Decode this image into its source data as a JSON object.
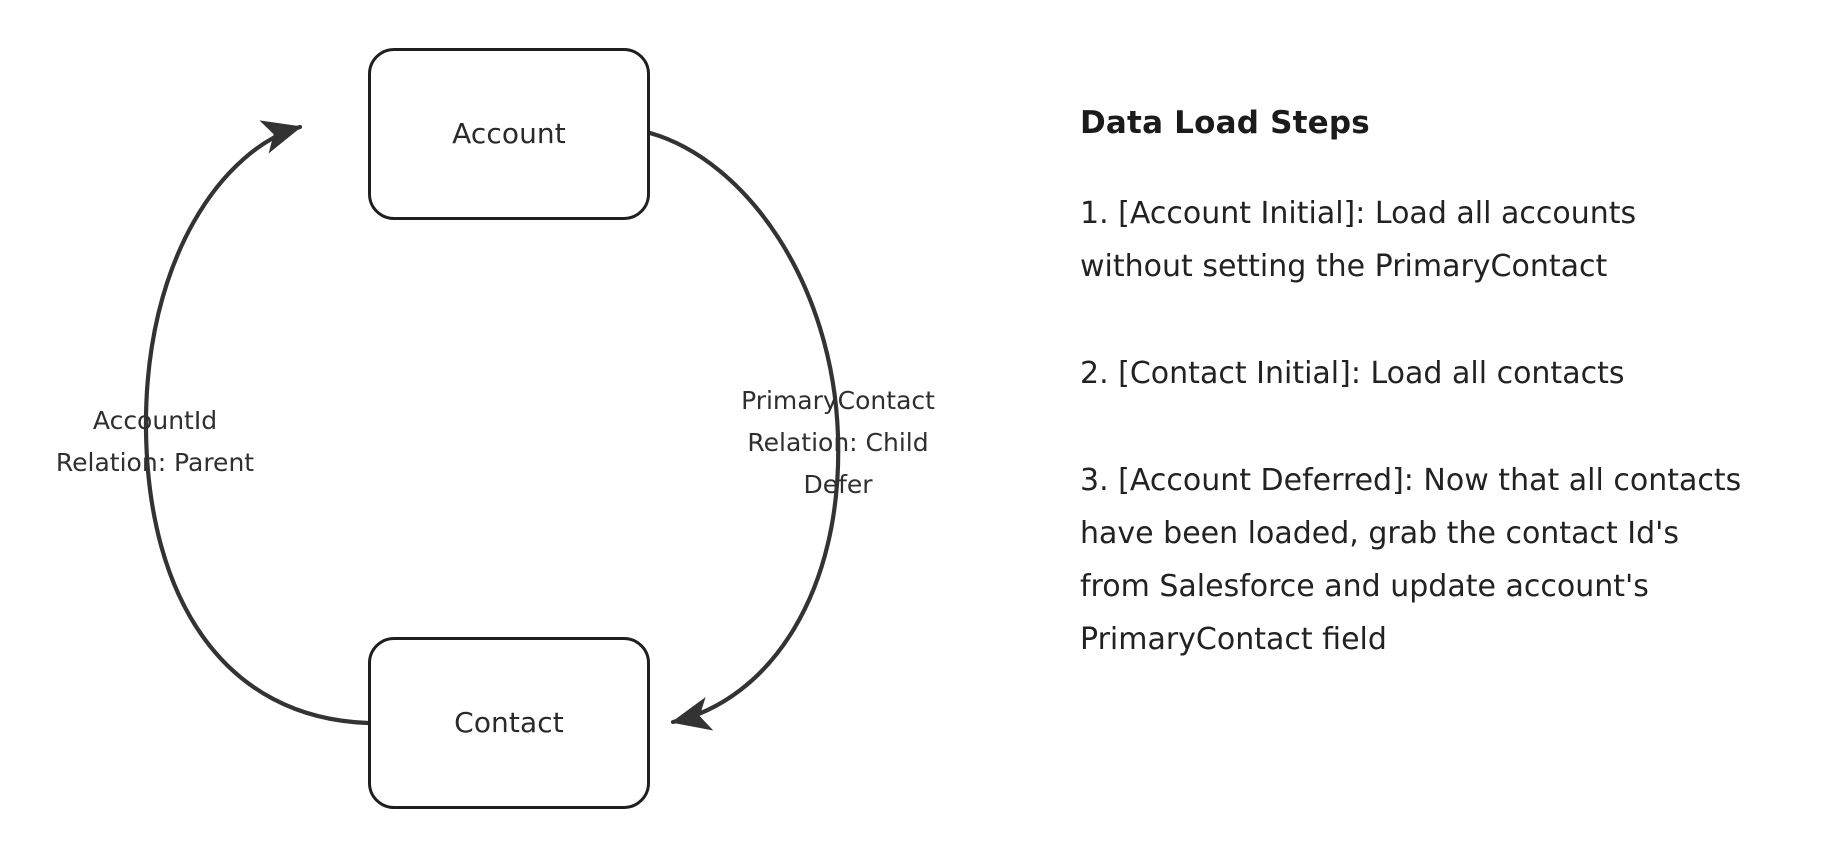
{
  "diagram": {
    "type": "cycle-diagram",
    "nodes": [
      {
        "id": "account",
        "label": "Account"
      },
      {
        "id": "contact",
        "label": "Contact"
      }
    ],
    "edges": [
      {
        "id": "contact-to-account",
        "from": "Contact",
        "to": "Account",
        "side": "left",
        "label_lines": [
          "AccountId",
          "Relation: Parent"
        ]
      },
      {
        "id": "account-to-contact",
        "from": "Account",
        "to": "Contact",
        "side": "right",
        "label_lines": [
          "PrimaryContact",
          "Relation: Child",
          "Defer"
        ]
      }
    ],
    "colors": {
      "stroke": "#1f1f1f",
      "node_fill": "#ffffff",
      "text": "#2a2a2a",
      "background": "#ffffff"
    }
  },
  "steps_panel": {
    "title": "Data Load Steps",
    "steps": [
      "1. [Account Initial]: Load all accounts without setting the PrimaryContact",
      "2. [Contact Initial]: Load all contacts",
      "3. [Account Deferred]: Now that all contacts have been loaded, grab the contact Id's from Salesforce and update account's PrimaryContact field"
    ]
  }
}
